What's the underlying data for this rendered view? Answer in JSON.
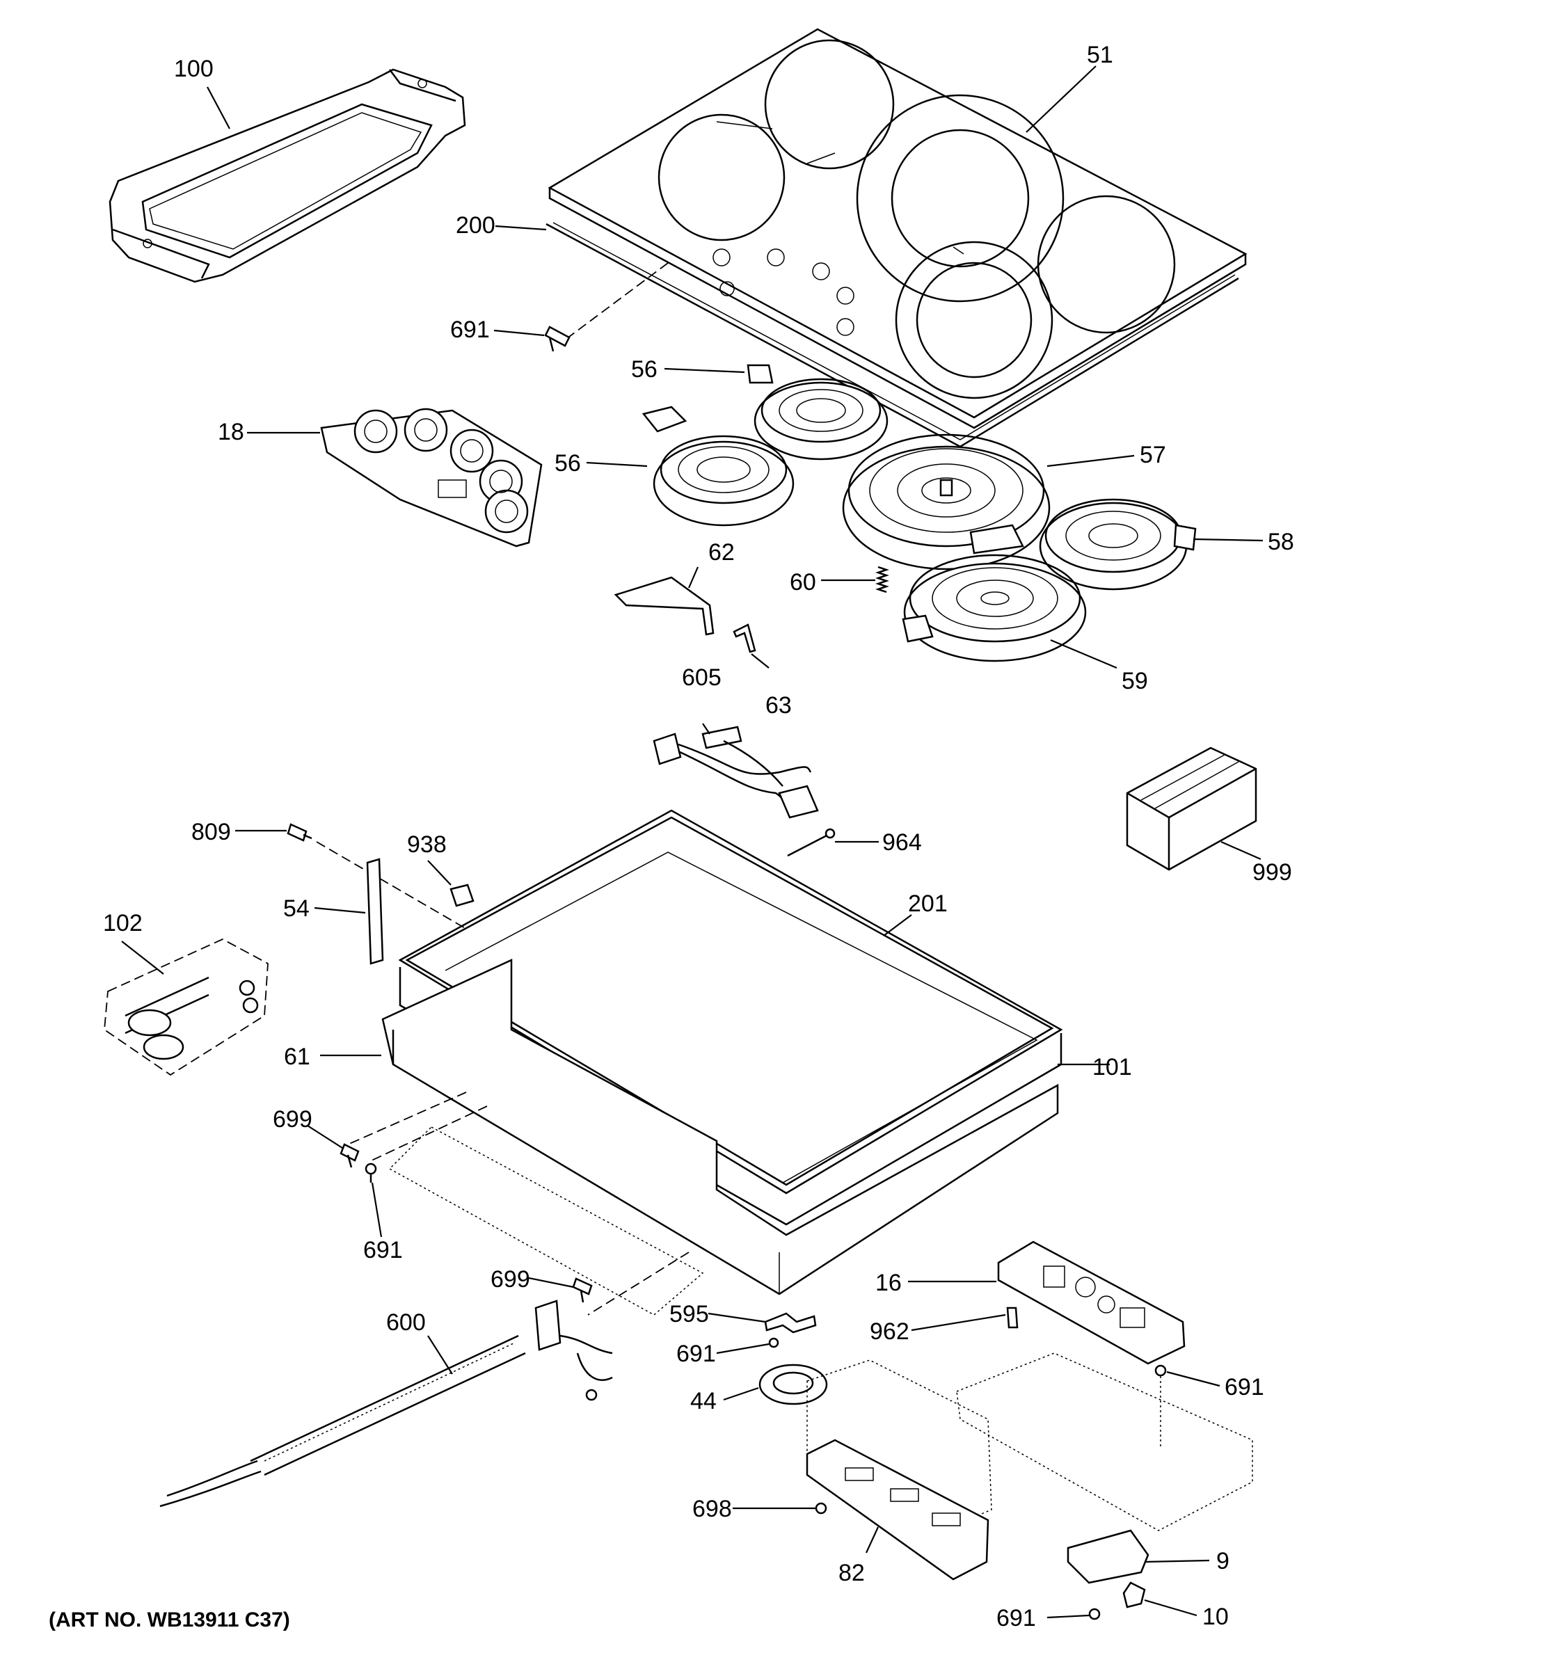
{
  "art_number": "(ART NO. WB13911 C37)",
  "parts": [
    {
      "id": "p-100",
      "label": "100"
    },
    {
      "id": "p-51",
      "label": "51"
    },
    {
      "id": "p-200",
      "label": "200"
    },
    {
      "id": "p-691-a",
      "label": "691"
    },
    {
      "id": "p-56-a",
      "label": "56"
    },
    {
      "id": "p-18",
      "label": "18"
    },
    {
      "id": "p-56-b",
      "label": "56"
    },
    {
      "id": "p-57",
      "label": "57"
    },
    {
      "id": "p-58",
      "label": "58"
    },
    {
      "id": "p-62",
      "label": "62"
    },
    {
      "id": "p-60",
      "label": "60"
    },
    {
      "id": "p-59",
      "label": "59"
    },
    {
      "id": "p-63",
      "label": "63"
    },
    {
      "id": "p-605",
      "label": "605"
    },
    {
      "id": "p-809",
      "label": "809"
    },
    {
      "id": "p-938",
      "label": "938"
    },
    {
      "id": "p-964",
      "label": "964"
    },
    {
      "id": "p-999",
      "label": "999"
    },
    {
      "id": "p-54",
      "label": "54"
    },
    {
      "id": "p-201",
      "label": "201"
    },
    {
      "id": "p-102",
      "label": "102"
    },
    {
      "id": "p-61",
      "label": "61"
    },
    {
      "id": "p-101",
      "label": "101"
    },
    {
      "id": "p-699-a",
      "label": "699"
    },
    {
      "id": "p-691-b",
      "label": "691"
    },
    {
      "id": "p-699-b",
      "label": "699"
    },
    {
      "id": "p-16",
      "label": "16"
    },
    {
      "id": "p-595",
      "label": "595"
    },
    {
      "id": "p-962",
      "label": "962"
    },
    {
      "id": "p-600",
      "label": "600"
    },
    {
      "id": "p-691-c",
      "label": "691"
    },
    {
      "id": "p-691-d",
      "label": "691"
    },
    {
      "id": "p-44",
      "label": "44"
    },
    {
      "id": "p-698",
      "label": "698"
    },
    {
      "id": "p-9",
      "label": "9"
    },
    {
      "id": "p-82",
      "label": "82"
    },
    {
      "id": "p-691-e",
      "label": "691"
    },
    {
      "id": "p-10",
      "label": "10"
    }
  ]
}
